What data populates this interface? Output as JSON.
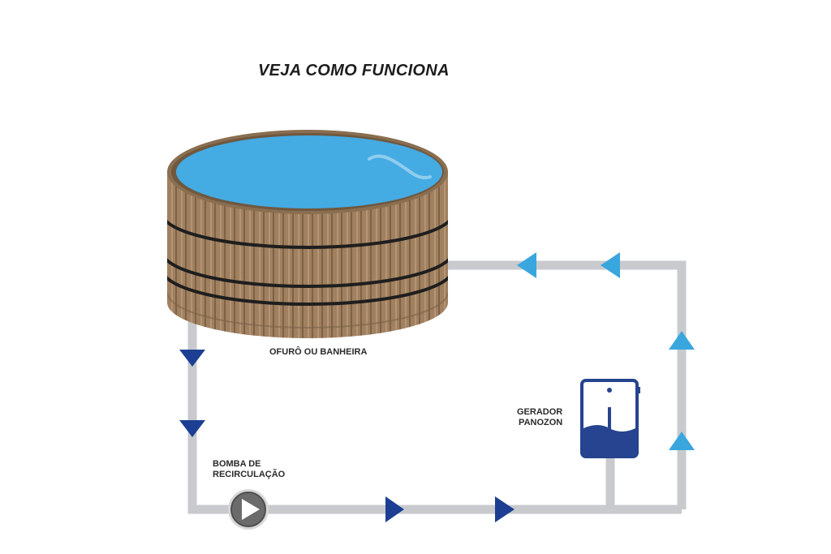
{
  "title": "VEJA COMO FUNCIONA",
  "tub": {
    "label": "OFURÔ OU BANHEIRA"
  },
  "pump": {
    "label_line1": "BOMBA DE",
    "label_line2": "RECIRCULAÇÃO"
  },
  "generator": {
    "label_line1": "GERADOR",
    "label_line2": "PANOZON"
  },
  "colors": {
    "pipe": "#c8cacd",
    "arrow_dark": "#1c3f94",
    "arrow_light": "#3aa6de",
    "water": "#45abe3",
    "wood": "#9a7b5a",
    "band": "#1e1e1e",
    "generator_fill": "#26448f",
    "pump": "#6b6b6b"
  },
  "icons": [
    "play-icon",
    "drop-icon"
  ]
}
